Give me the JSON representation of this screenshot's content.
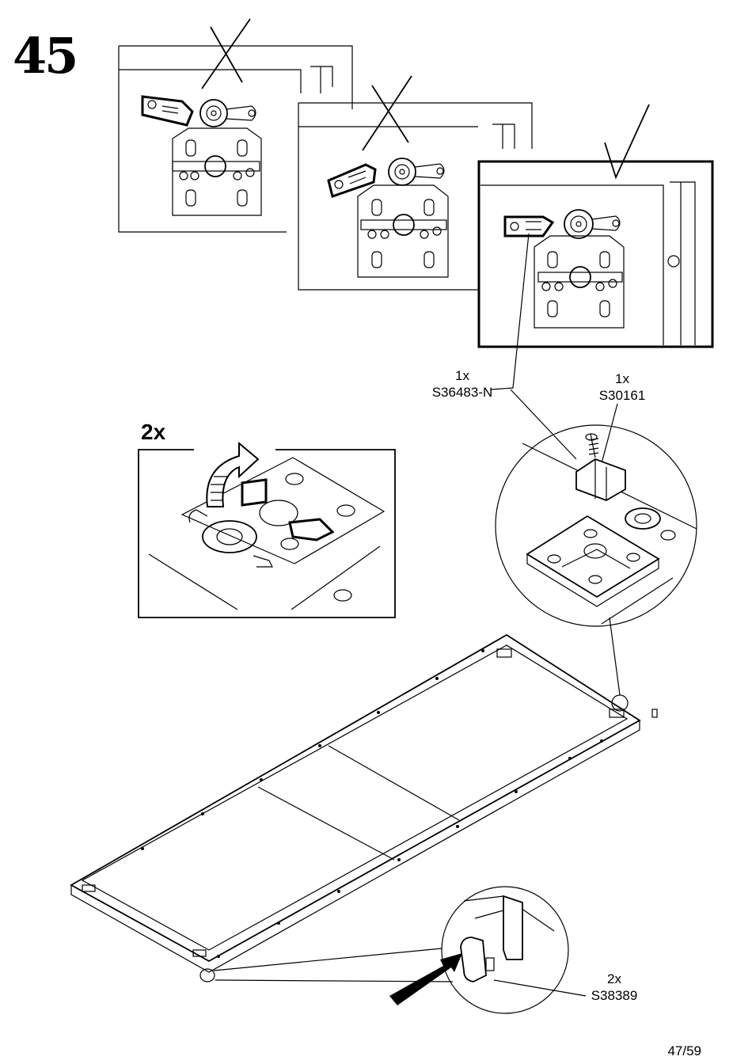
{
  "step": {
    "number": "45"
  },
  "parts": [
    {
      "qty": "1x",
      "code": "S36483-N"
    },
    {
      "qty": "1x",
      "code": "S30161"
    },
    {
      "qty": "2x",
      "code": "S38389"
    }
  ],
  "detail_callout": {
    "qty": "2x"
  },
  "footer": {
    "page": "47/59"
  },
  "icons": [
    "wrong-cross-icon",
    "wrong-cross-icon",
    "correct-check-icon",
    "rotate-arrow-icon",
    "push-arrow-icon"
  ]
}
